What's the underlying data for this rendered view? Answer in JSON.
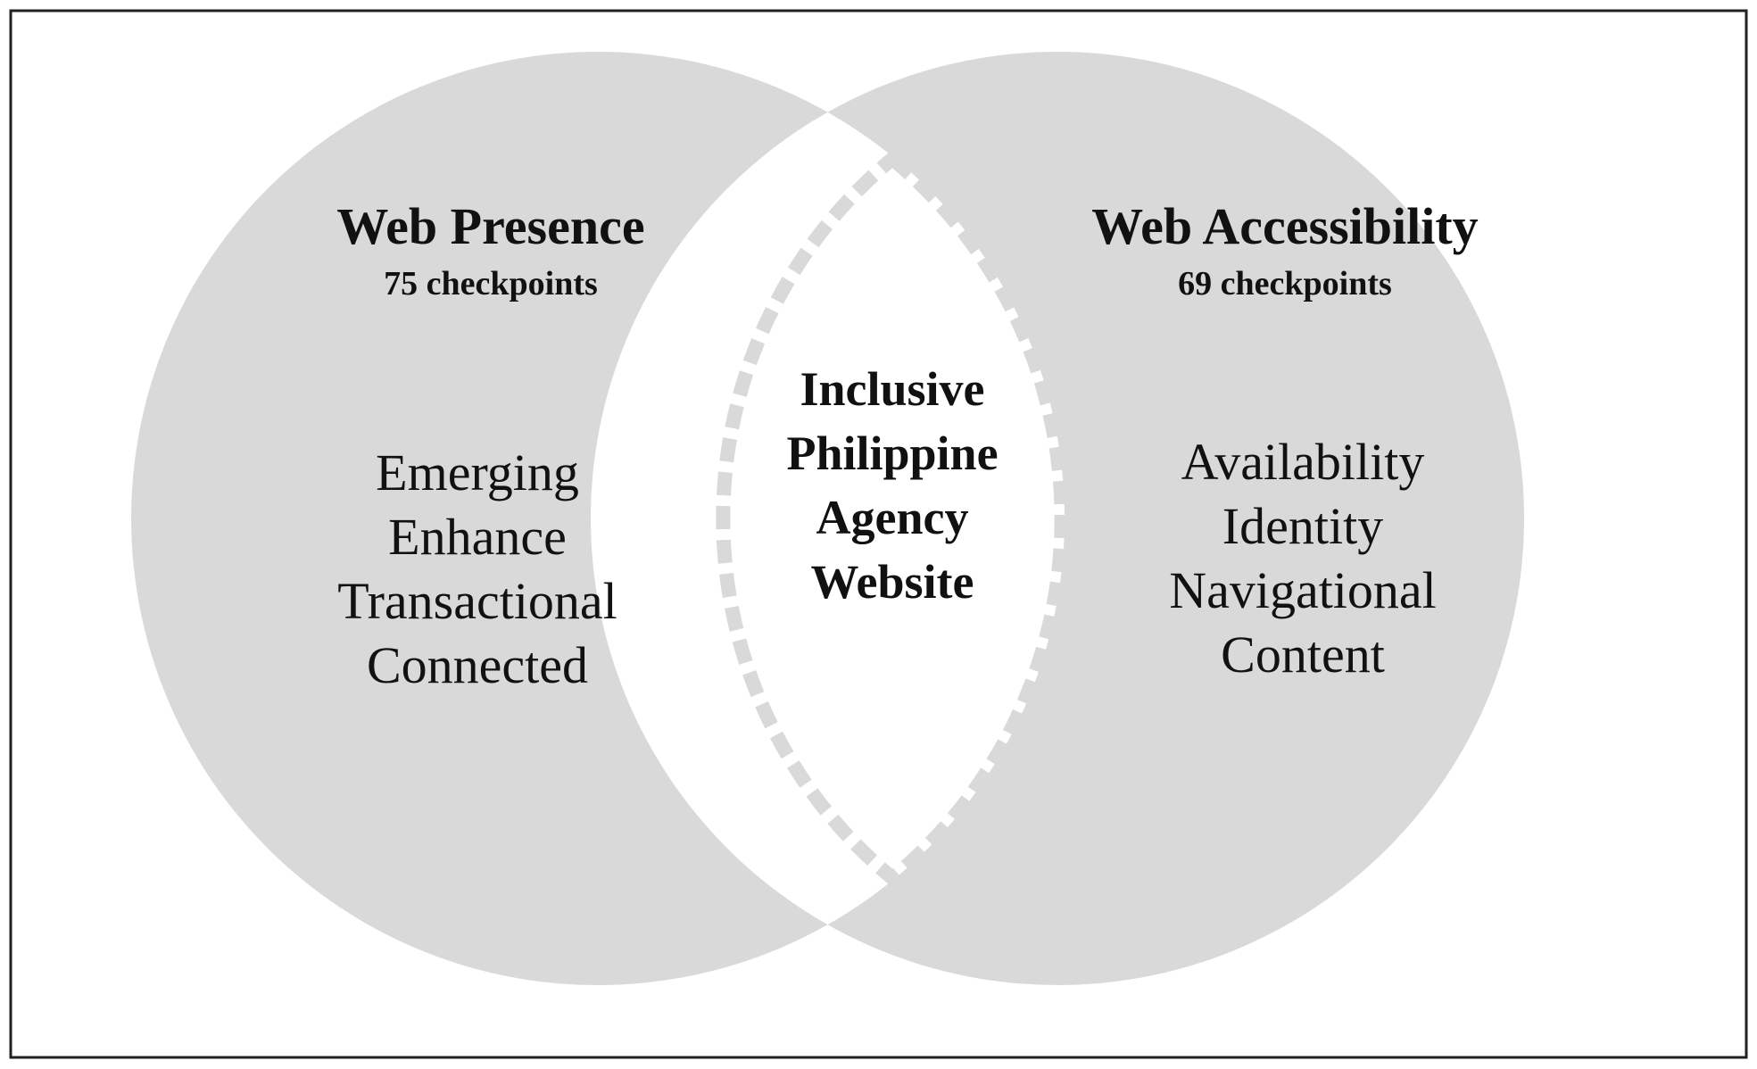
{
  "colors": {
    "circle_fill": "#d9d9d9",
    "intersection_fill": "#ffffff",
    "frame_border": "#222222",
    "text": "#111111"
  },
  "left_set": {
    "title": "Web Presence",
    "subtitle": "75 checkpoints",
    "items": [
      "Emerging",
      "Enhance",
      "Transactional",
      "Connected"
    ]
  },
  "right_set": {
    "title": "Web Accessibility",
    "subtitle": "69 checkpoints",
    "items": [
      "Availability",
      "Identity",
      "Navigational",
      "Content"
    ]
  },
  "intersection": {
    "lines": [
      "Inclusive",
      "Philippine",
      "Agency",
      "Website"
    ]
  }
}
